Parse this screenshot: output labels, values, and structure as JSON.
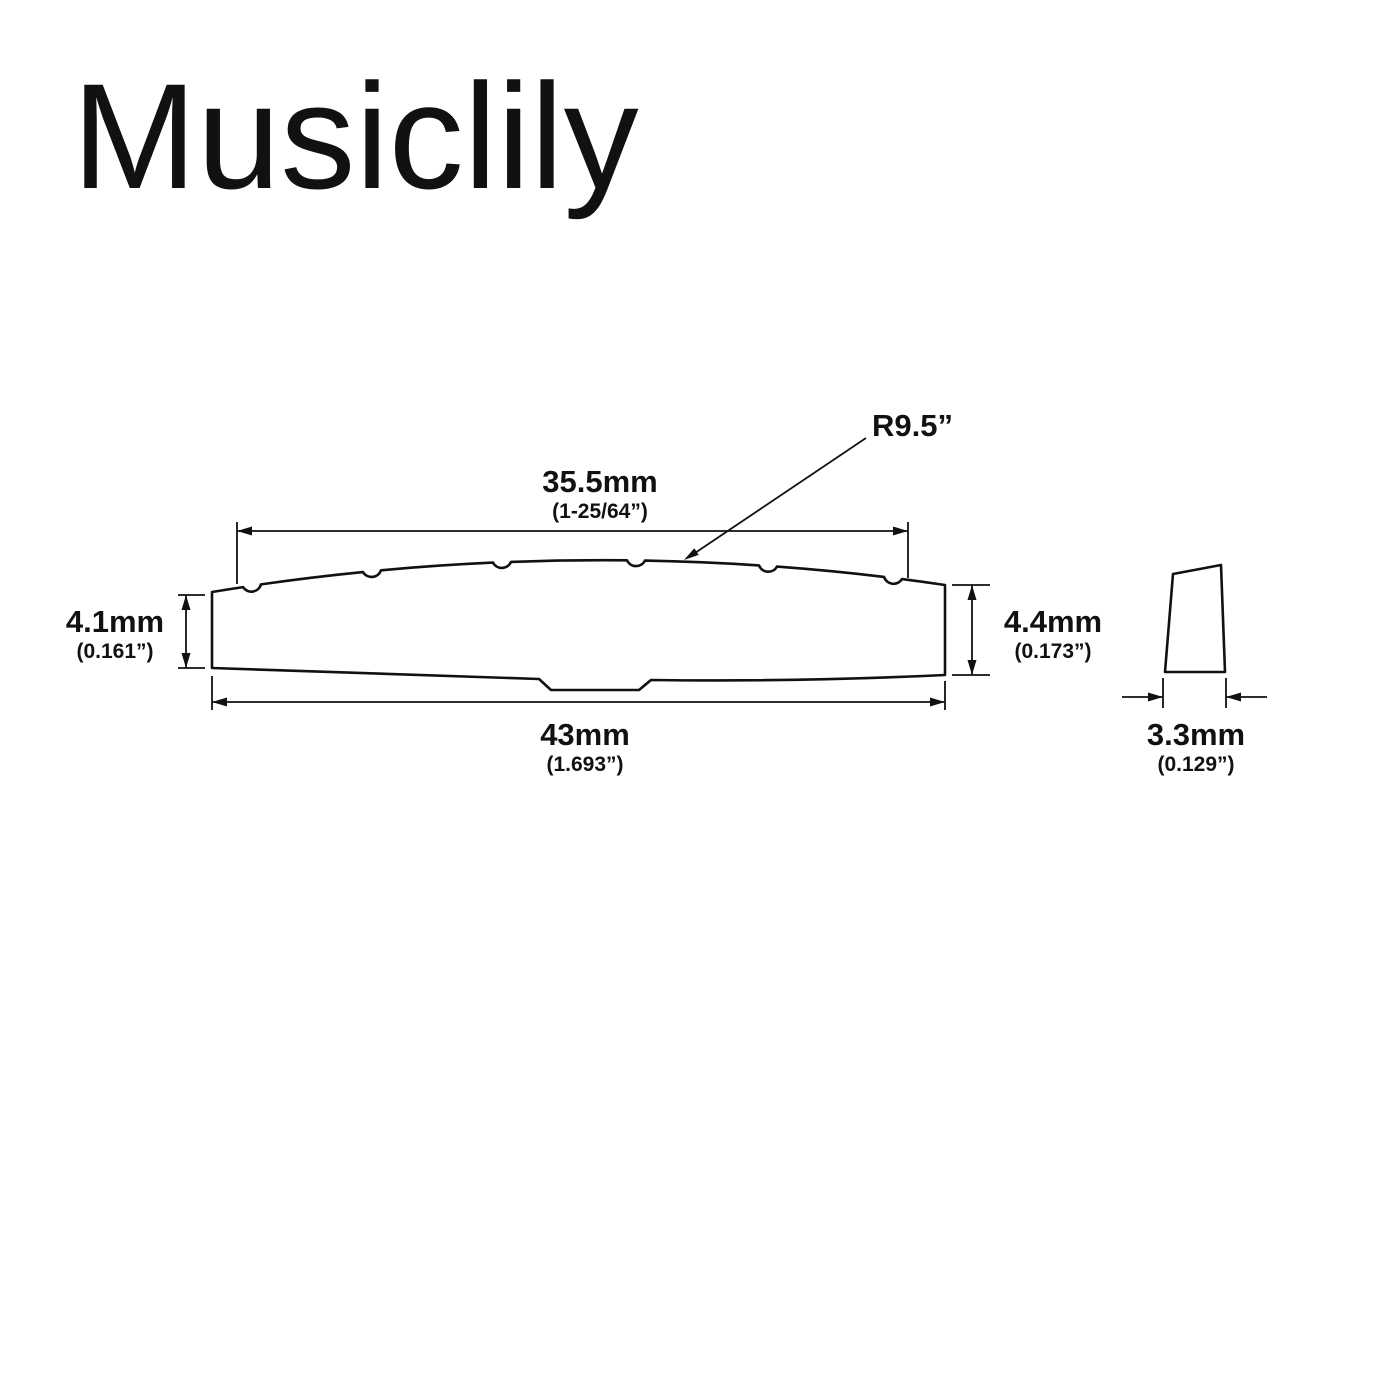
{
  "brand": "Musiclily",
  "radius_label": "R9.5”",
  "dims": {
    "top_width": {
      "value": "35.5mm",
      "alt": "(1-25/64”)"
    },
    "left_height": {
      "value": "4.1mm",
      "alt": "(0.161”)"
    },
    "right_height": {
      "value": "4.4mm",
      "alt": "(0.173”)"
    },
    "bottom_width": {
      "value": "43mm",
      "alt": "(1.693”)"
    },
    "thickness": {
      "value": "3.3mm",
      "alt": "(0.129”)"
    }
  },
  "colors": {
    "line": "#111111",
    "background": "#ffffff"
  }
}
